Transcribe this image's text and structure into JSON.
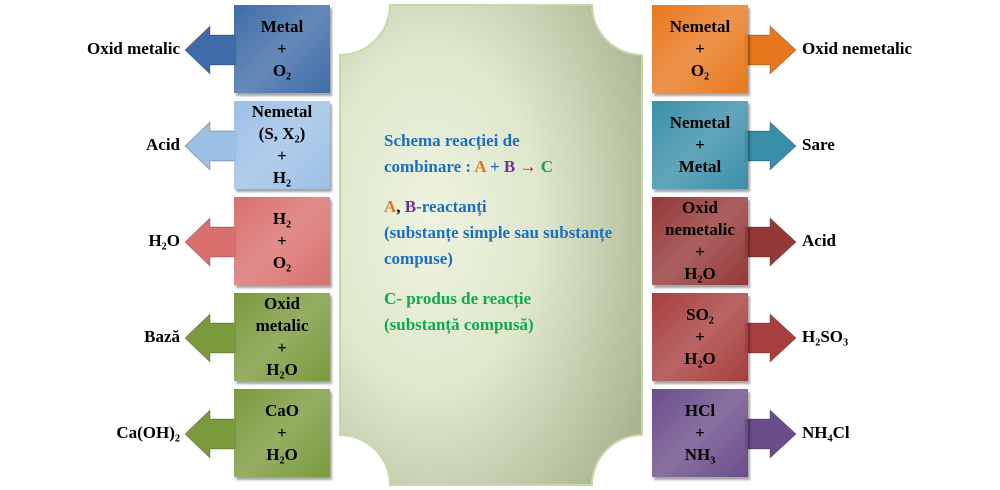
{
  "left_rows": [
    {
      "lines": [
        "Metal",
        "+",
        "O₂"
      ],
      "product": "Oxid metalic",
      "color": "#3f6ca8"
    },
    {
      "lines": [
        "Nemetal",
        "(S, X₂)",
        "+",
        "H₂"
      ],
      "product": "Acid",
      "color": "#9dc0e6"
    },
    {
      "lines": [
        "H₂",
        "+",
        "O₂"
      ],
      "product": "H₂O",
      "color": "#d9706e"
    },
    {
      "lines": [
        "Oxid",
        "metalic",
        "+",
        "H₂O"
      ],
      "product": "Bază",
      "color": "#7a9a3c"
    },
    {
      "lines": [
        "CaO",
        "+",
        "H₂O"
      ],
      "product": "Ca(OH)₂",
      "color": "#7a9a3c"
    }
  ],
  "right_rows": [
    {
      "lines": [
        "Nemetal",
        "+",
        "O₂"
      ],
      "product": "Oxid nemetalic",
      "color": "#e8781e"
    },
    {
      "lines": [
        "Nemetal",
        "+",
        "Metal"
      ],
      "product": "Sare",
      "color": "#3a8fa8"
    },
    {
      "lines": [
        "Oxid",
        "nemetalic",
        "+",
        "H₂O"
      ],
      "product": "Acid",
      "color": "#953838"
    },
    {
      "lines": [
        "SO₂",
        "+",
        "H₂O"
      ],
      "product": "H₂SO₃",
      "color": "#a83e3e"
    },
    {
      "lines": [
        "HCl",
        "+",
        "NH₃"
      ],
      "product": "NH₄Cl",
      "color": "#6b4d8a"
    }
  ],
  "panel": {
    "title_1": "Schema reacției de",
    "title_2": "combinare : ",
    "A": "A",
    "plus": " + ",
    "B": "B",
    "arrow": " → ",
    "C": "C",
    "comma": ", ",
    "reactants": "-reactanți",
    "reactants_desc": "(substanțe simple sau substanțe compuse)",
    "product": "C- produs de reacție",
    "product_desc": "(substanță compusă)"
  }
}
